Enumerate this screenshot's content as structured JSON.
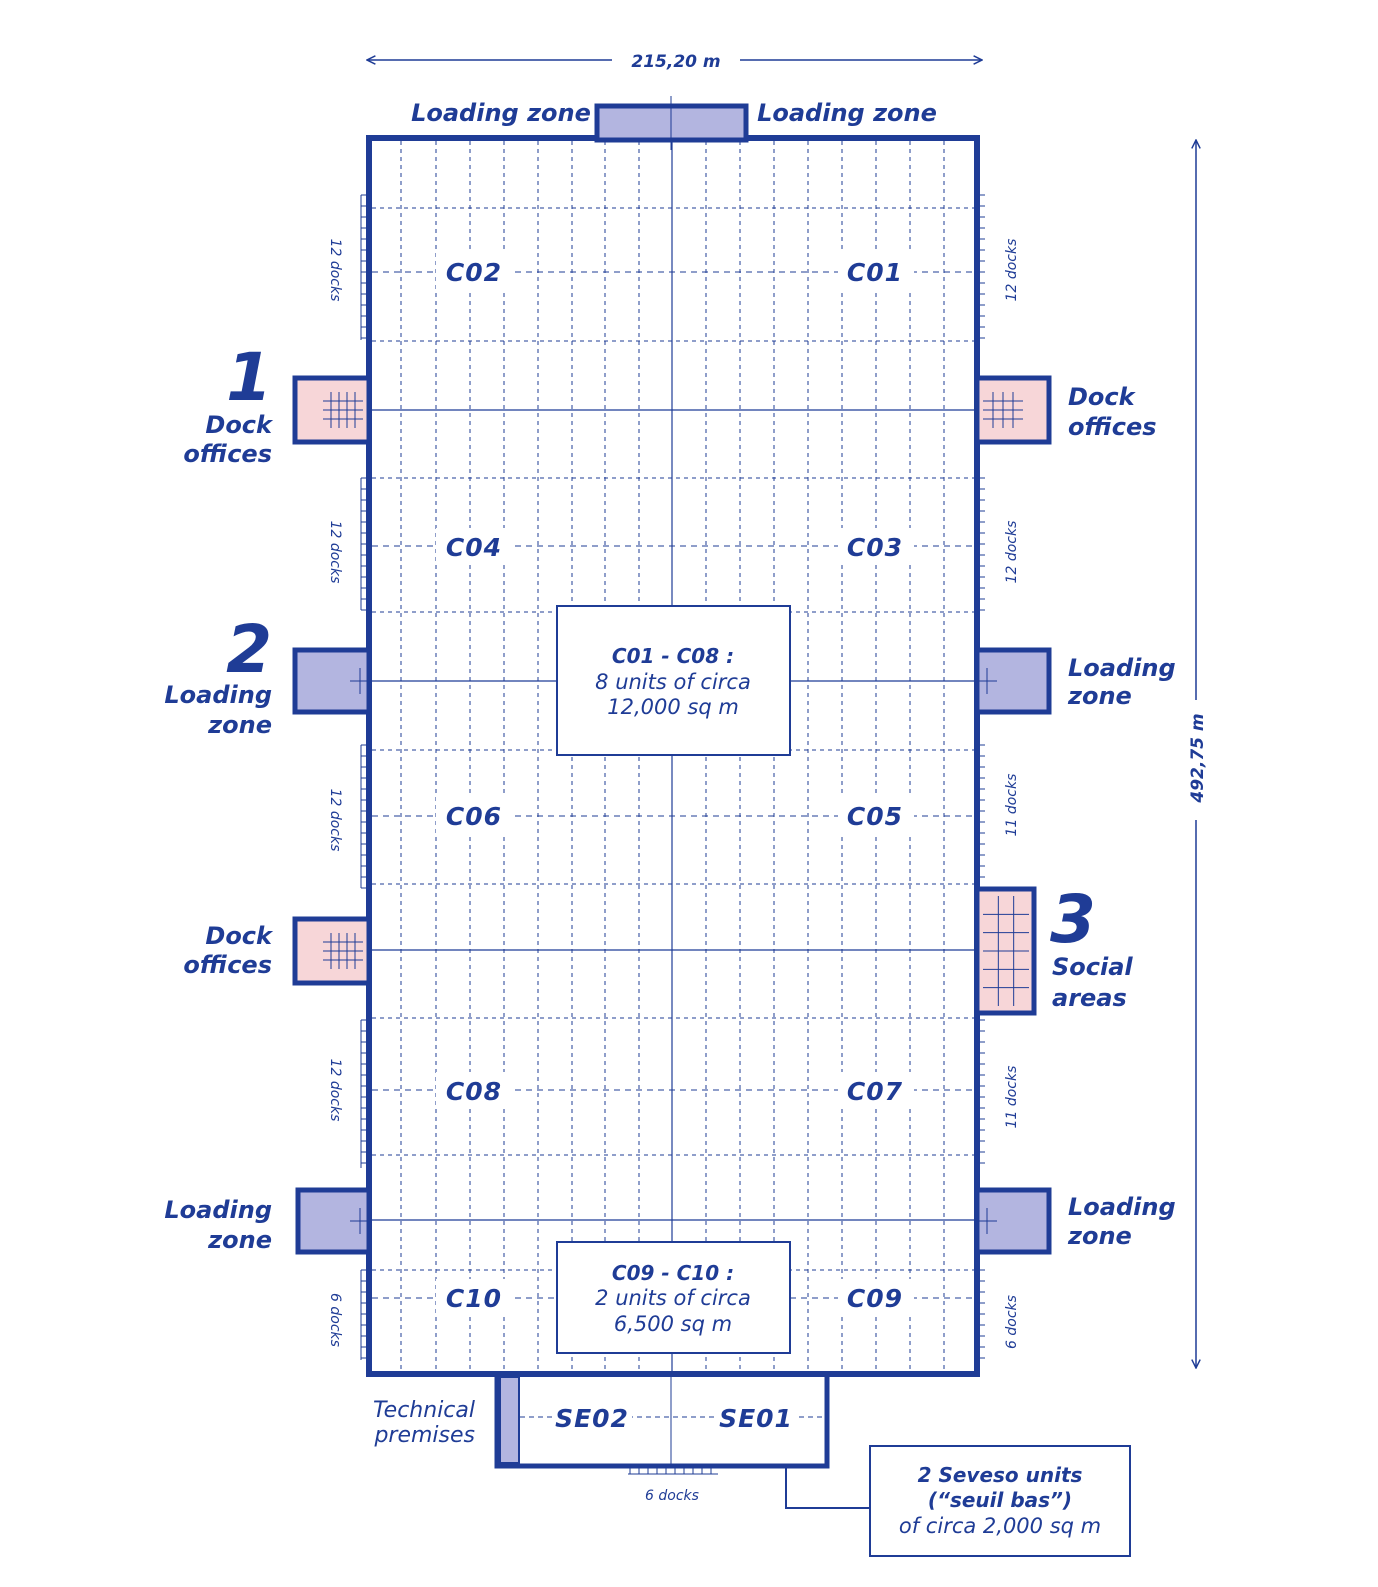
{
  "colors": {
    "primary": "#1f3c96",
    "zone_fill": "#b3b5e0",
    "office_fill": "#f7d6d8",
    "background": "#ffffff"
  },
  "dimensions": {
    "width": "215,20 m",
    "height": "492,75 m"
  },
  "top": {
    "loading_left": "Loading zone",
    "loading_right": "Loading zone"
  },
  "units": {
    "c01": "C01",
    "c02": "C02",
    "c03": "C03",
    "c04": "C04",
    "c05": "C05",
    "c06": "C06",
    "c07": "C07",
    "c08": "C08",
    "c09": "C09",
    "c10": "C10",
    "se01": "SE01",
    "se02": "SE02"
  },
  "summary_1": {
    "title": "C01 - C08 :",
    "line1": "8 units of circa",
    "line2": "12,000 sq m"
  },
  "summary_2": {
    "title": "C09 - C10 :",
    "line1": "2 units of circa",
    "line2": "6,500 sq m"
  },
  "left": {
    "num1": "1",
    "dock_offices_1a": "Dock",
    "dock_offices_1b": "offices",
    "num2": "2",
    "loading_2a": "Loading",
    "loading_2b": "zone",
    "dock_offices_2a": "Dock",
    "dock_offices_2b": "offices",
    "loading_3a": "Loading",
    "loading_3b": "zone",
    "docks_1": "12 docks",
    "docks_2": "12 docks",
    "docks_3": "12 docks",
    "docks_4": "12 docks",
    "docks_5": "6 docks"
  },
  "right": {
    "dock_offices_a": "Dock",
    "dock_offices_b": "offices",
    "loading_1a": "Loading",
    "loading_1b": "zone",
    "num3": "3",
    "social_a": "Social",
    "social_b": "areas",
    "loading_2a": "Loading",
    "loading_2b": "zone",
    "docks_1": "12 docks",
    "docks_2": "12 docks",
    "docks_3": "11 docks",
    "docks_4": "11 docks",
    "docks_5": "6 docks"
  },
  "bottom": {
    "technical_a": "Technical",
    "technical_b": "premises",
    "docks": "6 docks",
    "seveso_1": "2 Seveso units",
    "seveso_2": "(“seuil bas”)",
    "seveso_3": "of circa 2,000 sq m"
  }
}
